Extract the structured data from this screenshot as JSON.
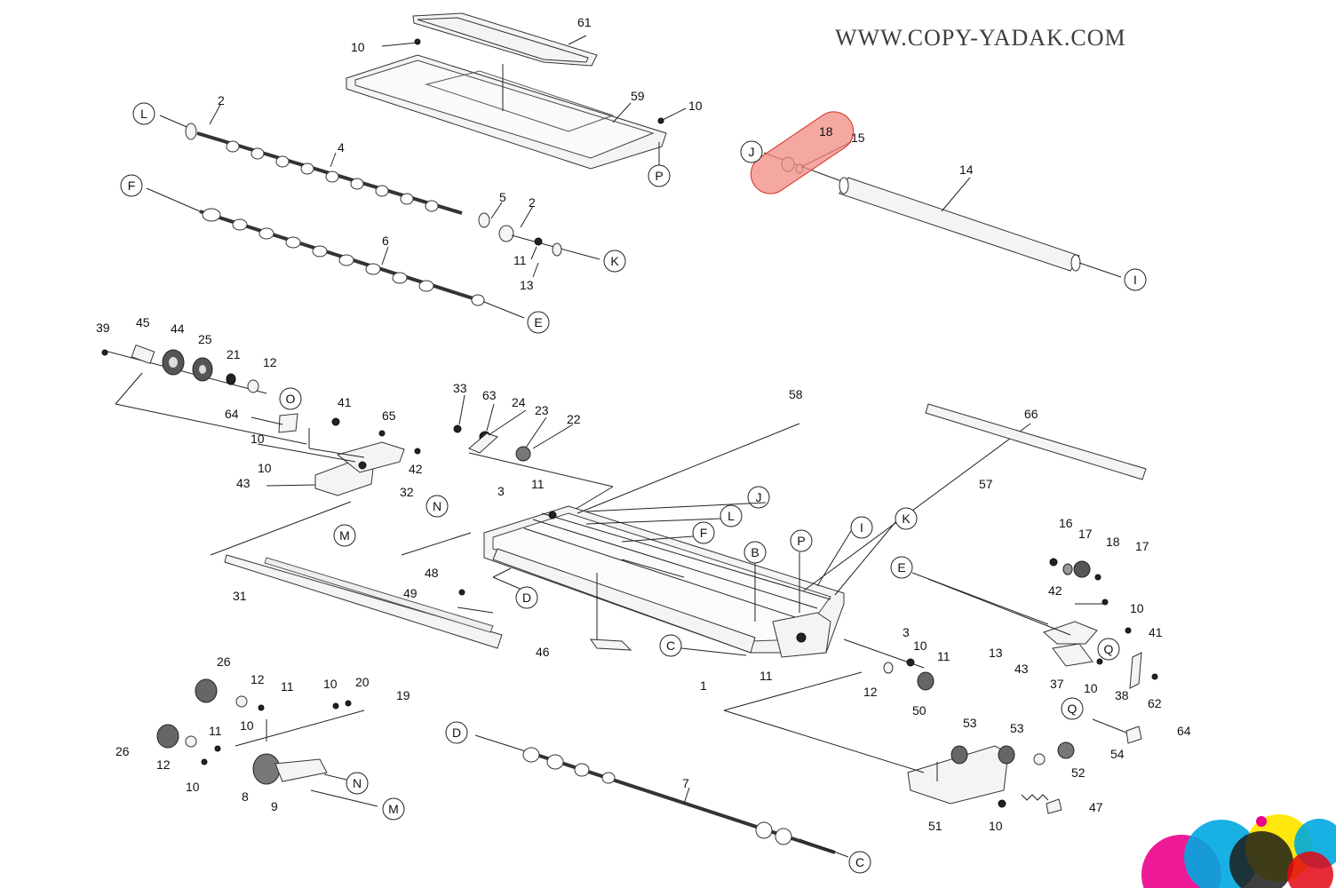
{
  "watermark": "WWW.COPY-YADAK.COM",
  "highlight": {
    "label": "18",
    "color": "#f28b82"
  },
  "part_numbers": [
    "61",
    "10",
    "59",
    "10",
    "2",
    "4",
    "15",
    "14",
    "5",
    "2",
    "6",
    "11",
    "13",
    "39",
    "45",
    "44",
    "25",
    "21",
    "12",
    "41",
    "65",
    "64",
    "10",
    "42",
    "10",
    "43",
    "32",
    "33",
    "63",
    "24",
    "23",
    "22",
    "58",
    "66",
    "3",
    "11",
    "57",
    "16",
    "17",
    "18",
    "17",
    "42",
    "10",
    "41",
    "13",
    "11",
    "10",
    "3",
    "43",
    "37",
    "10",
    "38",
    "62",
    "12",
    "50",
    "1",
    "11",
    "46",
    "48",
    "49",
    "31",
    "26",
    "12",
    "11",
    "10",
    "20",
    "19",
    "11",
    "10",
    "26",
    "12",
    "10",
    "8",
    "9",
    "53",
    "53",
    "54",
    "52",
    "47",
    "51",
    "10",
    "64",
    "7"
  ],
  "callouts": [
    "L",
    "F",
    "J",
    "I",
    "K",
    "E",
    "P",
    "O",
    "N",
    "M",
    "D",
    "B",
    "P",
    "C",
    "Q",
    "Q",
    "N",
    "M",
    "D",
    "C",
    "J",
    "L",
    "F",
    "I",
    "K",
    "E"
  ],
  "logo_colors": [
    "#00a9e0",
    "#ec008c",
    "#ffe600",
    "#1d1d1b",
    "#e30613"
  ]
}
